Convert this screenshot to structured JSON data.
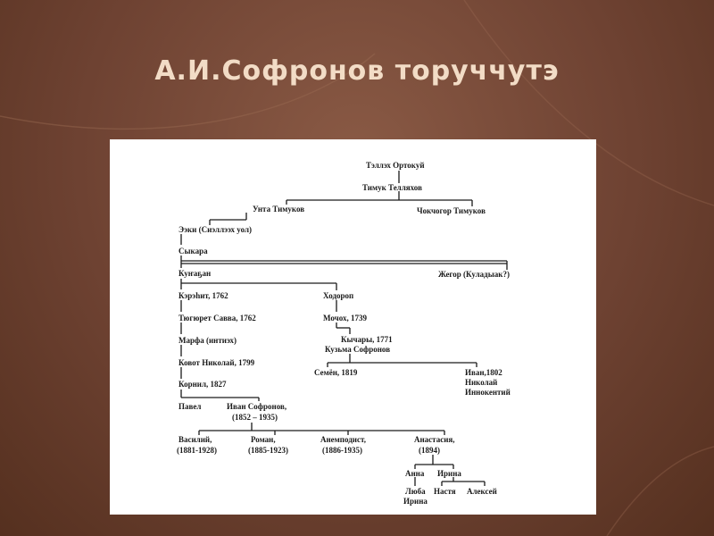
{
  "slide": {
    "title": "А.И.Софронов торуччутэ"
  },
  "tree": {
    "telleh": "Тэллэх Ортокуй",
    "timuk": "Тимук Телляхов",
    "unta": "Унта Тимуков",
    "chokchogor": "Чокчогор  Тимуков",
    "eki": "Ээки (Сиэллээх уол)",
    "sykara": "Сыкара",
    "kunagan": "Куҥаҕан",
    "zhegor": "Жегор (Кулады­ак?)",
    "kereiit": "Кэрэһит, 1762",
    "khodorop": "Ходороп",
    "tyugyuret": "Тюгюрет Савва, 1762",
    "mochokh": "Мочох, 1739",
    "marfa": "Марфа (интиэх)",
    "kychary": "Кычары, 1771",
    "kuzma": "Кузьма Софронов",
    "kovot": "Ковот Николай, 1799",
    "semen": "Семён, 1819",
    "ivan1802_name": "Иван,1802",
    "ivan1802_nik": "Николай",
    "ivan1802_inn": "Иннокентий",
    "kornil": "Корнил, 1827",
    "pavel": "Павел",
    "ivan_sofr": "Иван Софронов,",
    "ivan_sofr_years": "(1852 – 1935)",
    "vasily": "Василий,",
    "vasily_years": "(1881-1928)",
    "roman": "Роман,",
    "roman_years": "(1885-1923)",
    "anempodist": "Анемподист,",
    "anempodist_years": "(1886-1935)",
    "anastasia": "Анастасия,",
    "anastasia_year": "(1894)",
    "anna": "Анна",
    "irina": "Ирина",
    "lyuba": "Люба",
    "irina2": "Ирина",
    "nastya": "Настя",
    "aleksei": "Алексей"
  }
}
